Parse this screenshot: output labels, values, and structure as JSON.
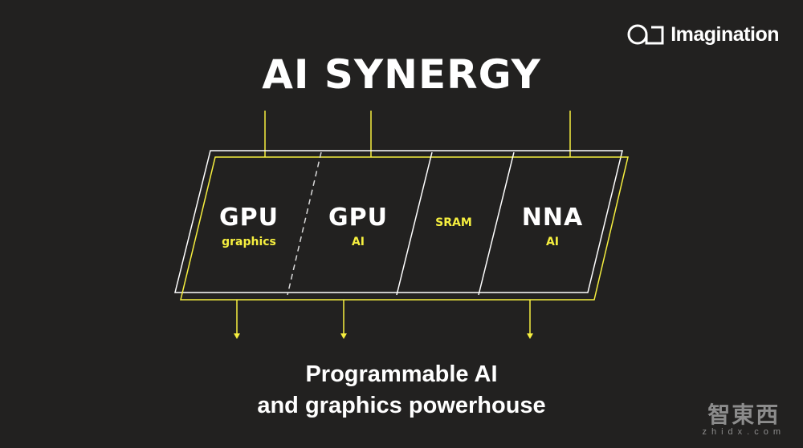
{
  "brand": {
    "logo_text": "Imagination"
  },
  "title": "AI SYNERGY",
  "blocks": [
    {
      "main": "GPU",
      "sub": "graphics"
    },
    {
      "main": "GPU",
      "sub": "AI"
    },
    {
      "main": "",
      "sub": "SRAM"
    },
    {
      "main": "NNA",
      "sub": "AI"
    }
  ],
  "subtitle": {
    "line1": "Programmable AI",
    "line2": "and graphics powerhouse"
  },
  "watermark": {
    "cn": "智東西",
    "en": "zhidx.com"
  },
  "colors": {
    "background": "#222120",
    "accent": "#f6ef3f",
    "line": "#ffffff"
  }
}
